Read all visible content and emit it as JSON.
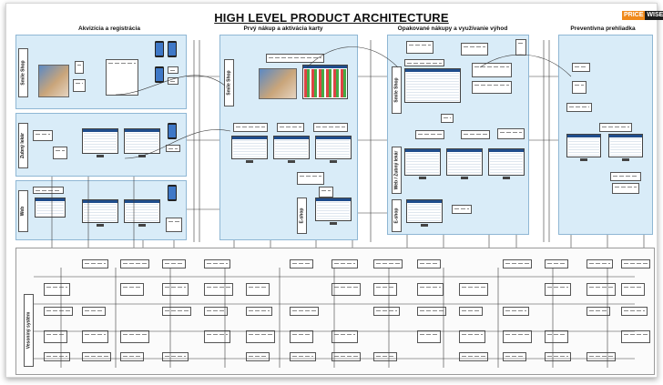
{
  "title": "HIGH LEVEL PRODUCT ARCHITECTURE",
  "logo": {
    "part1": "PRICE",
    "part2": "WISE"
  },
  "columns": {
    "acquisition": "Akvizícia a registrácia",
    "first_purchase": "Prvý nákup a aktivácia karty",
    "repeat_purchase": "Opakované nákupy a využívanie výhod",
    "preventive": "Preventívna prehliadka"
  },
  "lanes": {
    "smile_shop": "Smile Shop",
    "zubny_lekar": "Zubný lekár",
    "web": "Web",
    "smile_shop_2": "Smile Shop",
    "eshop": "E-shop",
    "smile_shop_3": "Smile Shop",
    "web_zubny_lekar": "Web / Zubný lekár",
    "eshop_2": "E-shop",
    "system": "Vesoniný systém"
  },
  "colors": {
    "panel": "#d9ecf8",
    "panel_border": "#8fb7d4",
    "wire": "#3c3c3c",
    "screen_bar": "#1f4d8c",
    "logo_accent": "#f08a1c"
  }
}
